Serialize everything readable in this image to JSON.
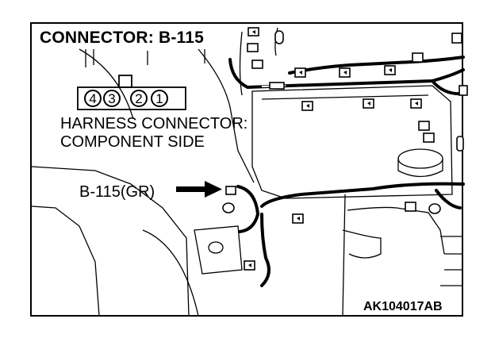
{
  "figure": {
    "title": "CONNECTOR: B-115",
    "harness_line1": "HARNESS CONNECTOR:",
    "harness_line2": "COMPONENT SIDE",
    "callout": "B-115(GR)",
    "code": "AK104017AB"
  },
  "connector": {
    "pins": [
      "4",
      "3",
      "2",
      "1"
    ]
  }
}
